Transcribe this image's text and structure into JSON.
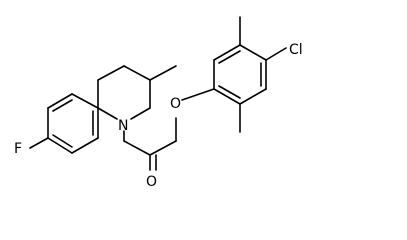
{
  "molecule": {
    "atoms": {
      "fluorine": "F",
      "nitrogen": "N",
      "carbonyl_oxygen": "O",
      "ether_oxygen": "O",
      "chlorine": "Cl"
    },
    "colors": {
      "bond": "#000000",
      "label": "#000000",
      "background": "#ffffff"
    }
  }
}
